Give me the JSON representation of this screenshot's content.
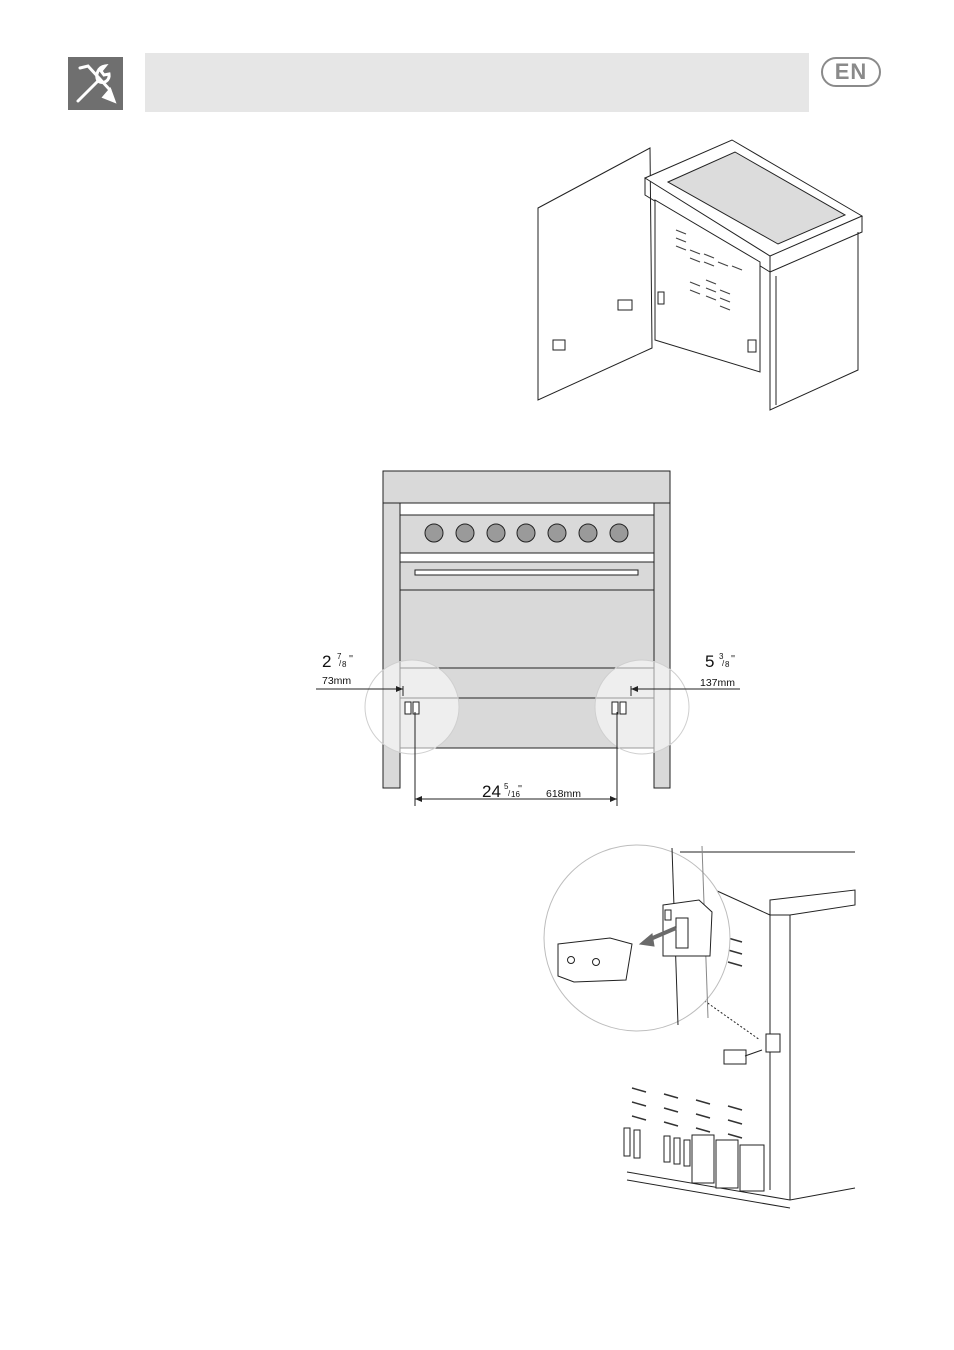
{
  "header": {
    "language": "EN",
    "tools_icon": "wrench-screwdriver-icon"
  },
  "figure_dimensions": {
    "left_offset": {
      "whole": "2",
      "num": "7",
      "den": "8",
      "inch": "''",
      "mm": "73mm"
    },
    "right_offset": {
      "whole": "5",
      "num": "3",
      "den": "8",
      "inch": "''",
      "mm": "137mm"
    },
    "bracket_spacing": {
      "whole": "24",
      "num": "5",
      "den": "16",
      "inch": "''",
      "mm": "618mm"
    }
  },
  "colors": {
    "header_bar": "#e6e6e6",
    "icon_bg": "#6f6f6f",
    "badge": "#8a8a8a",
    "panel": "#d9d9d9",
    "knob": "#9a9a9a"
  }
}
